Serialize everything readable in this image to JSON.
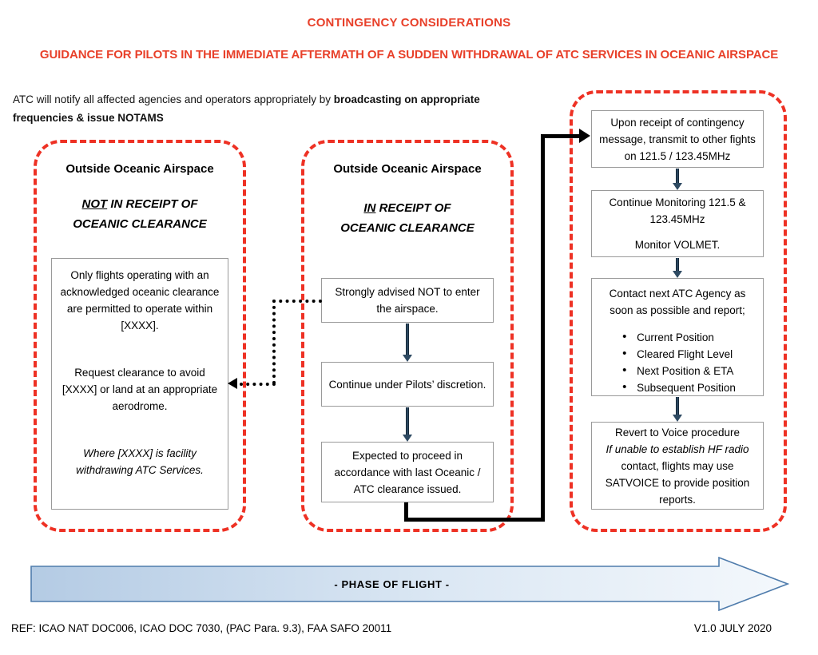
{
  "header": {
    "title_line1": "CONTINGENCY CONSIDERATIONS",
    "title_line2": "GUIDANCE FOR PILOTS IN THE IMMEDIATE AFTERMATH OF A SUDDEN WITHDRAWAL OF ATC SERVICES IN OCEANIC AIRSPACE",
    "title_color": "#E8402A"
  },
  "intro": {
    "text_normal": "ATC will notify all affected agencies and operators appropriately by ",
    "text_bold": "broadcasting on appropriate frequencies & issue NOTAMS"
  },
  "columns": {
    "left": {
      "heading": "Outside Oceanic Airspace",
      "sub_prefix": "NOT",
      "sub_line1_rest": " IN RECEIPT OF",
      "sub_line2": "OCEANIC CLEARANCE",
      "box": {
        "para1": "Only flights operating with an acknowledged oceanic clearance are permitted to operate within [XXXX].",
        "para2": "Request clearance to avoid [XXXX] or land at an appropriate aerodrome.",
        "para3": "Where [XXXX] is facility withdrawing ATC Services."
      }
    },
    "middle": {
      "heading": "Outside Oceanic Airspace",
      "sub_prefix": "IN",
      "sub_line1_rest": " RECEIPT OF",
      "sub_line2": "OCEANIC CLEARANCE",
      "boxes": [
        {
          "text": "Strongly advised NOT to enter the airspace."
        },
        {
          "text": "Continue under Pilots’ discretion."
        },
        {
          "text": "Expected to proceed in accordance with last Oceanic / ATC clearance issued."
        }
      ]
    },
    "right": {
      "boxes": [
        {
          "text": "Upon receipt of contingency message, transmit to other fights on 121.5 / 123.45MHz"
        },
        {
          "line1": "Continue Monitoring 121.5 & 123.45MHz",
          "line2": "Monitor VOLMET."
        },
        {
          "text": "Contact next ATC Agency as soon as possible and report;",
          "bullets": [
            "Current Position",
            "Cleared Flight Level",
            "Next Position & ETA",
            "Subsequent Position"
          ]
        },
        {
          "line1": "Revert to Voice procedure",
          "italic_part": "If unable to establish HF radio",
          "rest": " contact, flights may use SATVOICE to provide position reports."
        }
      ]
    }
  },
  "phase_arrow": {
    "label": "-    PHASE OF FLIGHT   -",
    "fill_start": "#B4CBE4",
    "fill_end": "#F2F7FC",
    "stroke": "#4F7CAC"
  },
  "footer": {
    "reference": "REF: ICAO NAT DOC006, ICAO DOC 7030, (PAC Para. 9.3), FAA SAFO 20011",
    "version": "V1.0 JULY 2020"
  }
}
